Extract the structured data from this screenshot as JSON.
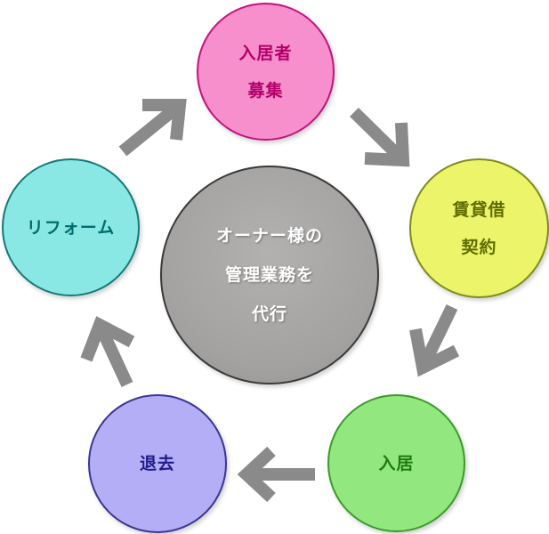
{
  "center": {
    "lines": [
      "オーナー様の",
      "管理業務を",
      "代行"
    ]
  },
  "steps": [
    {
      "key": "boshu",
      "lines": [
        "入居者",
        "募集"
      ]
    },
    {
      "key": "keiyaku",
      "lines": [
        "賃貸借",
        "契約"
      ]
    },
    {
      "key": "nyukyo",
      "lines": [
        "入居"
      ]
    },
    {
      "key": "taikyo",
      "lines": [
        "退去"
      ]
    },
    {
      "key": "reform",
      "lines": [
        "リフォーム"
      ]
    }
  ],
  "colors": {
    "center_fill": "#a3a1a0",
    "center_border": "#3a3a3a",
    "center_text": "#ffffff",
    "boshu_fill": "#f68fcb",
    "boshu_border": "#c4127e",
    "boshu_text": "#b5006b",
    "keiyaku_fill": "#ecf46a",
    "keiyaku_border": "#7e8c1a",
    "keiyaku_text": "#5f6c00",
    "nyukyo_fill": "#92e87e",
    "nyukyo_border": "#3c9a2a",
    "nyukyo_text": "#1e7a10",
    "taikyo_fill": "#b4aef6",
    "taikyo_border": "#3b3596",
    "taikyo_text": "#201a8c",
    "reform_fill": "#8ae8e4",
    "reform_border": "#147a78",
    "reform_text": "#006e6c",
    "arrow": "#8a8a8a"
  }
}
